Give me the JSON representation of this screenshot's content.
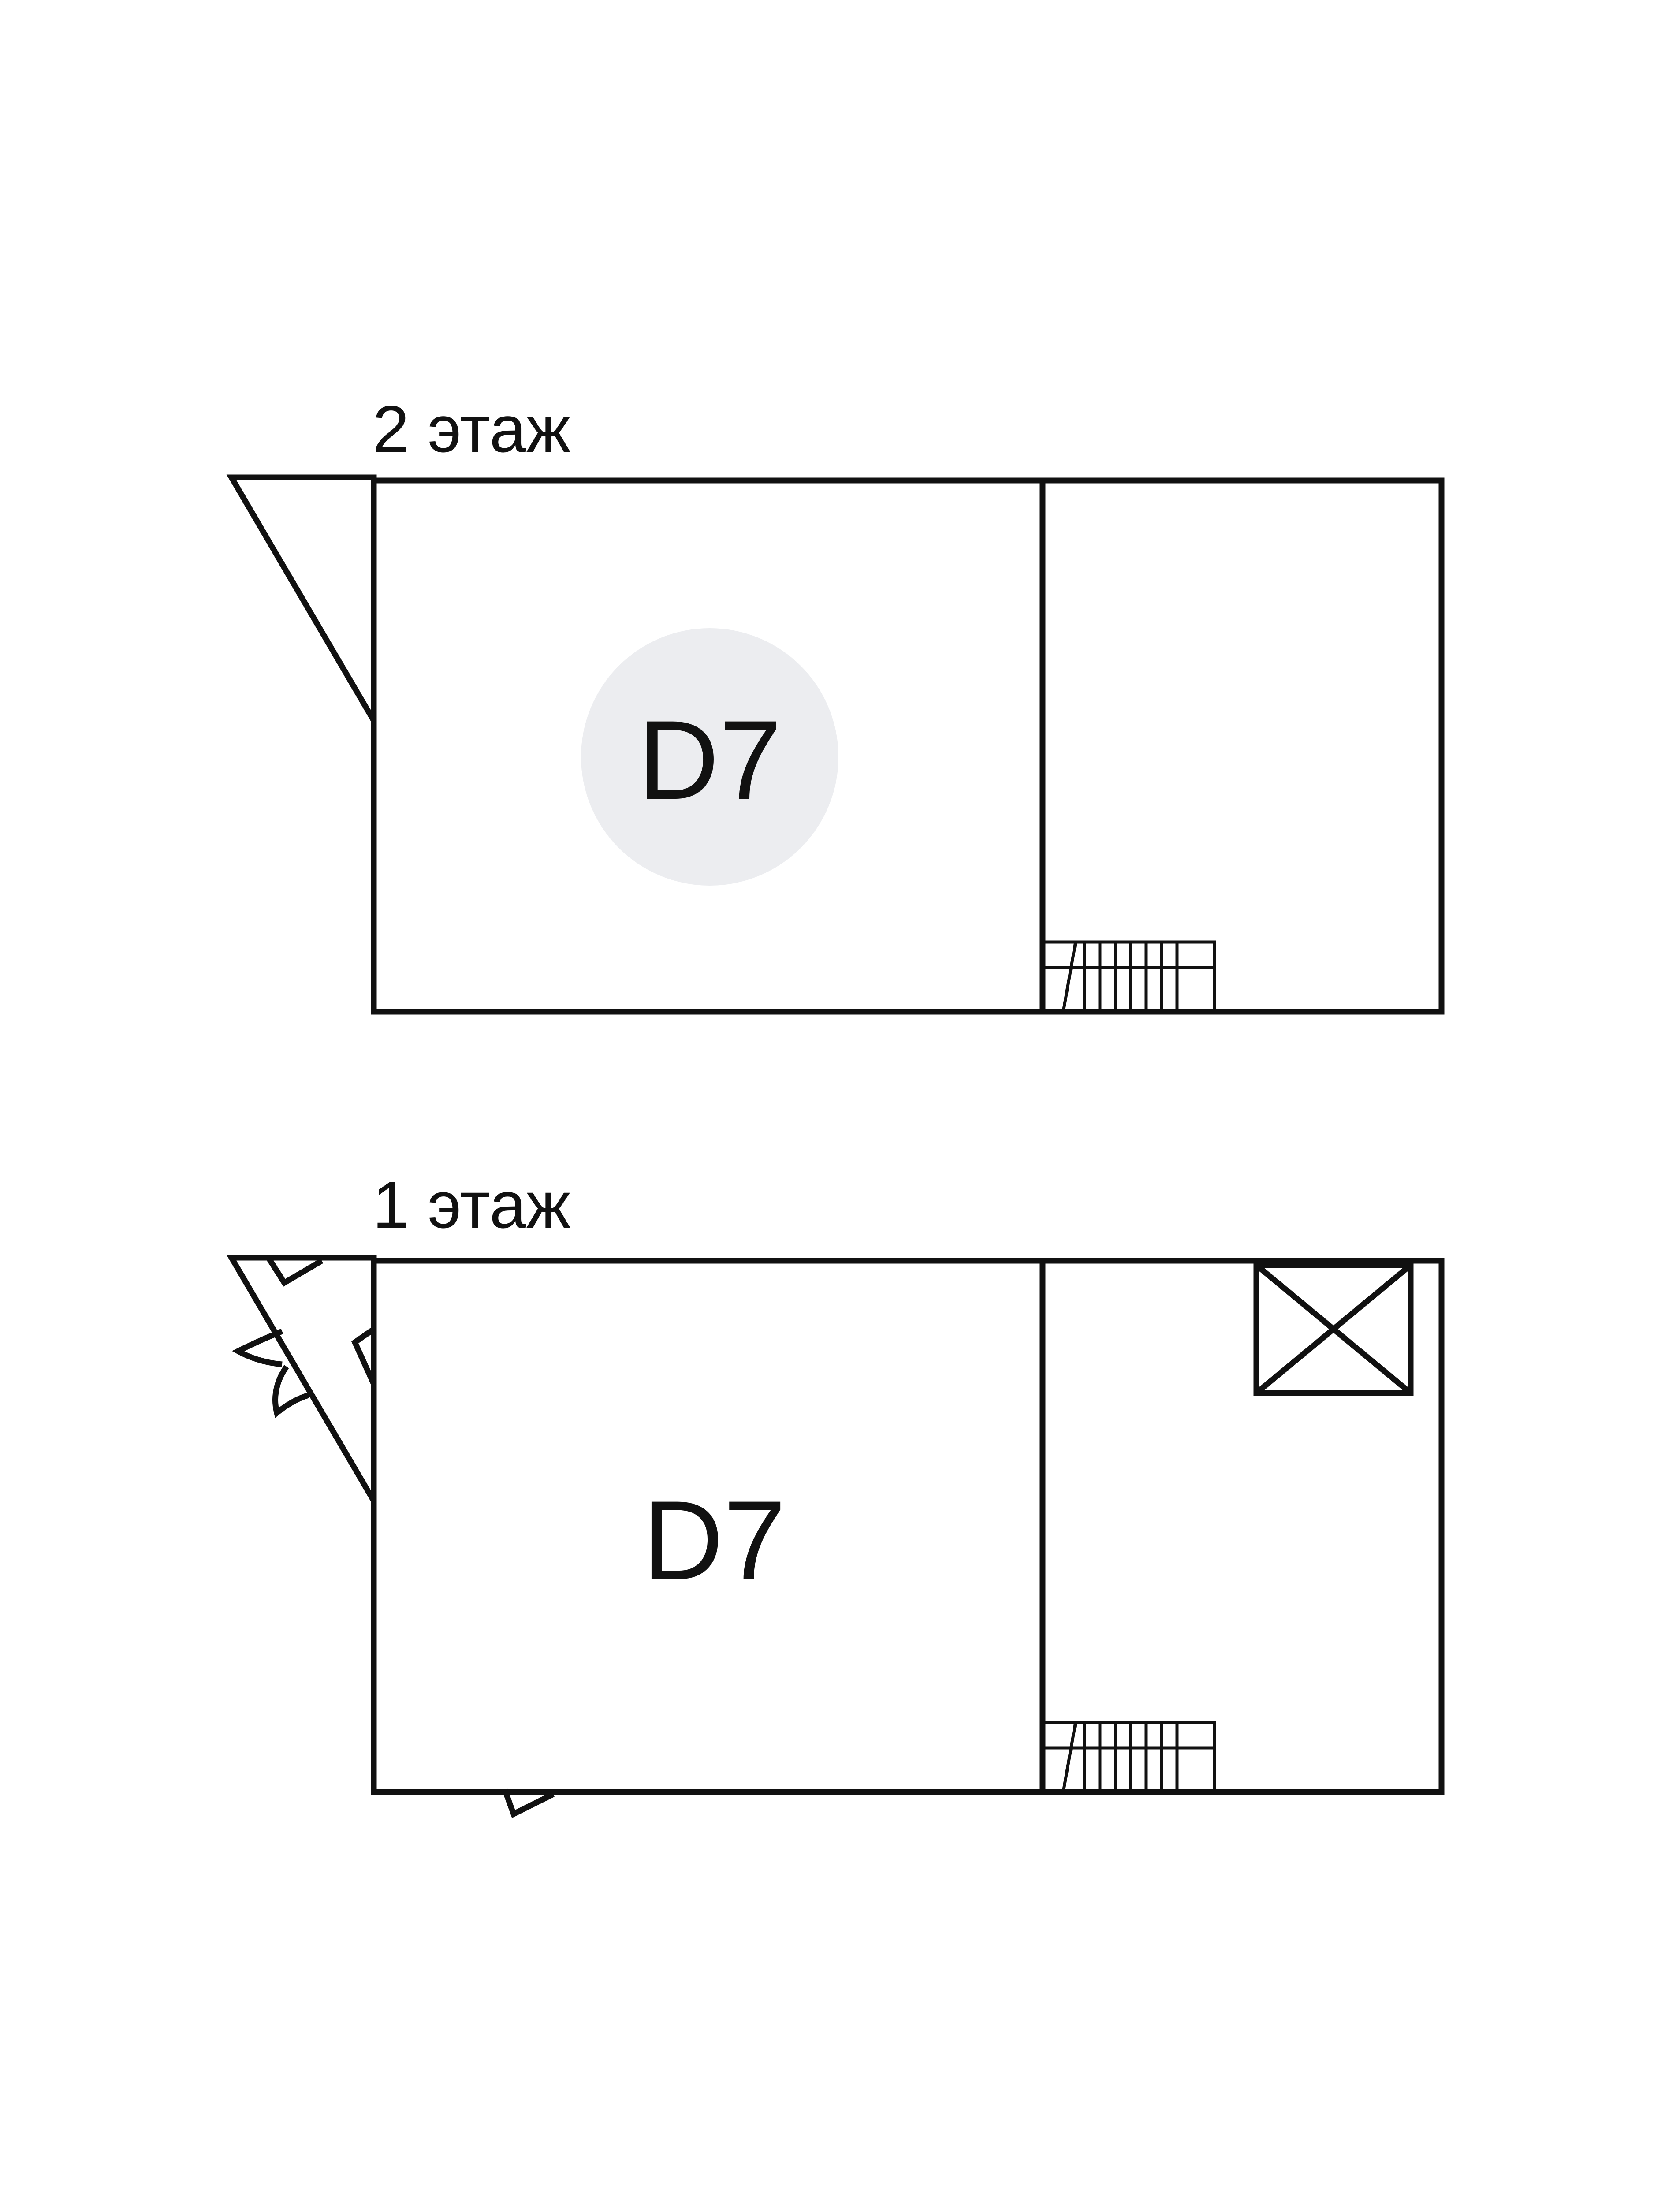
{
  "floors": [
    {
      "id": "floor-2",
      "label": "2 этаж",
      "unit": "D7",
      "colors": {
        "main_room": "#ffffff",
        "side_room": "#ecedf0",
        "badge": "#ecedf0",
        "wedge": "#ffffff"
      }
    },
    {
      "id": "floor-1",
      "label": "1 этаж",
      "unit": "D7",
      "colors": {
        "main_room": "#cdced0",
        "side_room": "#cdced0",
        "badge": "#ffffff",
        "wedge": "#cdced0"
      }
    }
  ],
  "colors": {
    "line": "#111111",
    "background": "#ffffff"
  }
}
